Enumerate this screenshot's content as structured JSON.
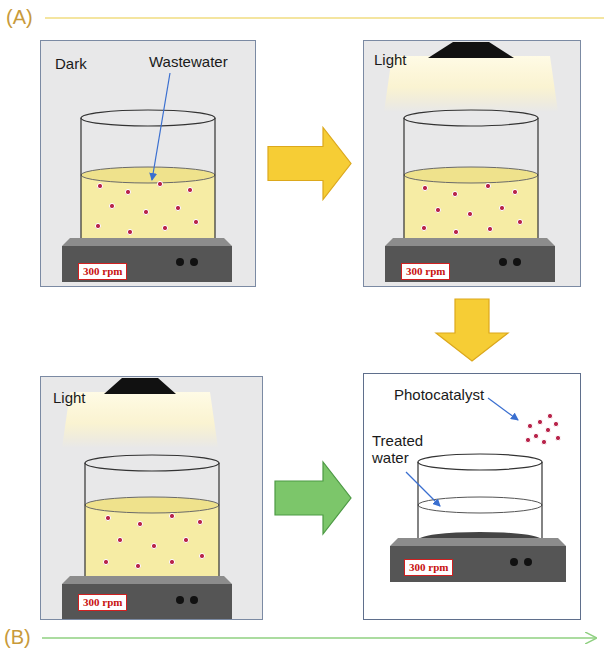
{
  "diagram": {
    "nodes": [
      {
        "text": [
          "Dark",
          "Wastewater"
        ]
      },
      {
        "text": [
          "300 rpm"
        ],
        "in": 0
      },
      {
        "text": [
          "Light"
        ]
      },
      {
        "text": [
          "300 rpm"
        ],
        "in": 2
      },
      {
        "text": [
          "Light"
        ]
      },
      {
        "text": [
          "300 rpm"
        ],
        "in": 4
      },
      {
        "text": [
          "Photocatalyst",
          "Treated water"
        ]
      },
      {
        "text": [
          "300 rpm"
        ],
        "in": 6
      }
    ],
    "edges": [
      {
        "from": 0,
        "to": 2,
        "arrow": "to"
      },
      {
        "from": 2,
        "to": 6,
        "arrow": "to"
      },
      {
        "from": 4,
        "to": 6,
        "arrow": "to"
      }
    ],
    "labels": [
      "(A)",
      "(B)"
    ]
  }
}
